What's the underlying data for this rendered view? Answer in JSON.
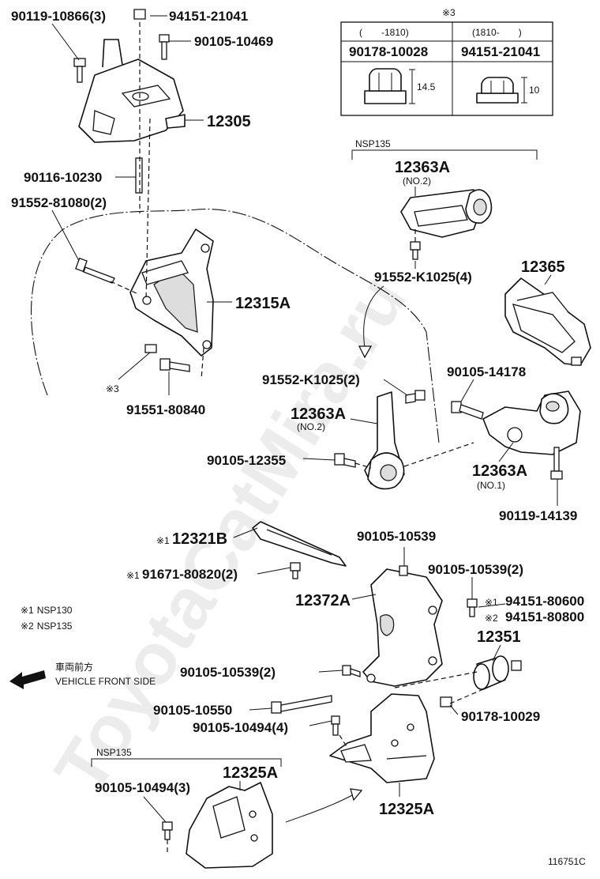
{
  "watermark": "ToyotaCatMira.ru",
  "diagram_code": "116751C",
  "footnotes": [
    {
      "mark": "※1",
      "text": "NSP130"
    },
    {
      "mark": "※2",
      "text": "NSP135"
    }
  ],
  "table": {
    "note_mark": "※3",
    "col1_range": "(　　-1810)",
    "col2_range": "(1810-　　)",
    "col1_part": "90178-10028",
    "col2_part": "94151-21041",
    "col1_dim": "14.5",
    "col2_dim": "10"
  },
  "vehicle_front": {
    "jp": "車両前方",
    "en": "VEHICLE FRONT SIDE"
  },
  "labels": {
    "p1": "90119-10866(3)",
    "p2": "94151-21041",
    "p3": "90105-10469",
    "p4": "12305",
    "p5": "90116-10230",
    "p6": "91552-81080(2)",
    "p7": "12315A",
    "p8": "※3",
    "p9": "91551-80840",
    "p10": "NSP135",
    "p11": "12363A",
    "p12": "(NO.2)",
    "p13": "91552-K1025(4)",
    "p14": "12365",
    "p15": "91552-K1025(2)",
    "p16": "90105-14178",
    "p17": "12363A",
    "p18": "(NO.2)",
    "p19": "90105-12355",
    "p20": "12363A",
    "p21": "(NO.1)",
    "p22": "90119-14139",
    "p23": "※1",
    "p24": "12321B",
    "p25": "※1",
    "p26": "91671-80820(2)",
    "p27": "90105-10539",
    "p28": "90105-10539(2)",
    "p29": "12372A",
    "p30": "※1",
    "p31": "94151-80600",
    "p32": "※2",
    "p33": "94151-80800",
    "p34": "12351",
    "p35": "90105-10539(2)",
    "p36": "90105-10550",
    "p37": "90105-10494(4)",
    "p38": "90178-10029",
    "p39": "NSP135",
    "p40": "90105-10494(3)",
    "p41": "12325A",
    "p42": "12325A"
  },
  "icons": {
    "front_arrow": "arrow-left-icon"
  }
}
